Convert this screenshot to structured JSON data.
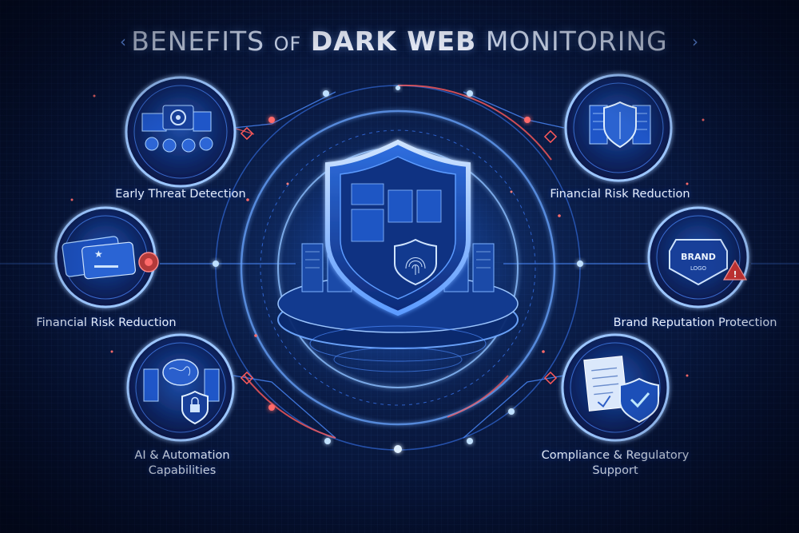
{
  "title": {
    "word1": "Benefits",
    "word2": "of",
    "word3": "Dark Web",
    "word4": "Monitoring"
  },
  "benefits": [
    {
      "label": "Early Threat Detection",
      "icon": "threat-detection-icon"
    },
    {
      "label": "Financial Risk Reduction",
      "icon": "server-shield-icon"
    },
    {
      "label": "Financial Risk Reduction",
      "icon": "credit-card-icon"
    },
    {
      "label": "Brand Reputation Protection",
      "icon": "brand-badge-icon",
      "badge_line1": "BRAND",
      "badge_line2": "LOGO"
    },
    {
      "label_line1": "AI & Automation",
      "label_line2": "Capabilities",
      "icon": "ai-brain-lock-icon"
    },
    {
      "label_line1": "Compliance & Regulatory",
      "label_line2": "Support",
      "icon": "compliance-document-icon"
    }
  ],
  "center": {
    "icon": "central-shield-icon"
  },
  "colors": {
    "background": "#061232",
    "glow_blue": "#3a86ff",
    "accent_red": "#ff4a4a",
    "label_text": "#e6eefc"
  }
}
